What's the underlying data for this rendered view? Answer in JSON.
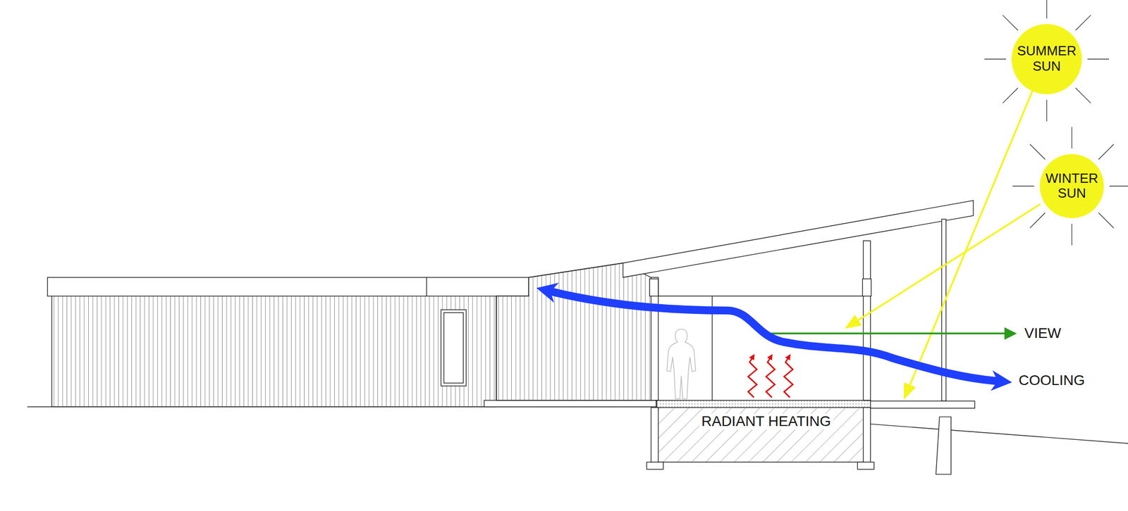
{
  "diagram": {
    "nodes": [
      {
        "text": [
          "SUMMER SUN"
        ]
      },
      {
        "text": [
          "WINTER SUN"
        ]
      }
    ],
    "labels": [
      "VIEW",
      "COOLING",
      "RADIANT HEATING"
    ]
  }
}
